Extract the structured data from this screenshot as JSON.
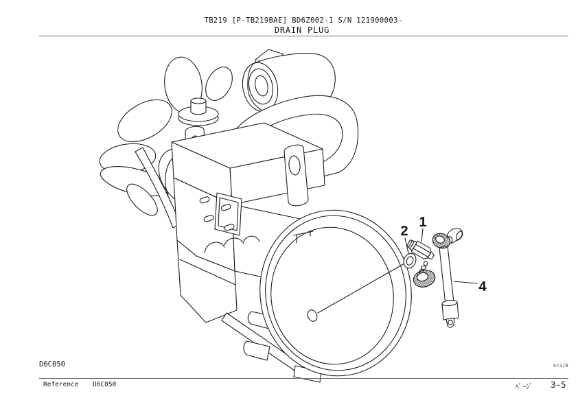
{
  "header": {
    "model_line": "TB219 [P-TB219BAE] BD6Z002-1 S/N 121900003-",
    "title": "DRAIN PLUG"
  },
  "figure": {
    "drawing_code": "D6C050",
    "scale": "S=1/6",
    "callouts": [
      {
        "number": "1"
      },
      {
        "number": "2"
      },
      {
        "number": "4"
      }
    ]
  },
  "footer": {
    "reference_label": "Reference",
    "reference_value": "D6C050",
    "page_label": "ﾍﾟｰｼﾞ",
    "page_value": "3-5"
  },
  "colors": {
    "background": "#ffffff",
    "line_art": "#1c1c1c",
    "rule": "#6e6e6e",
    "text": "#141414"
  }
}
